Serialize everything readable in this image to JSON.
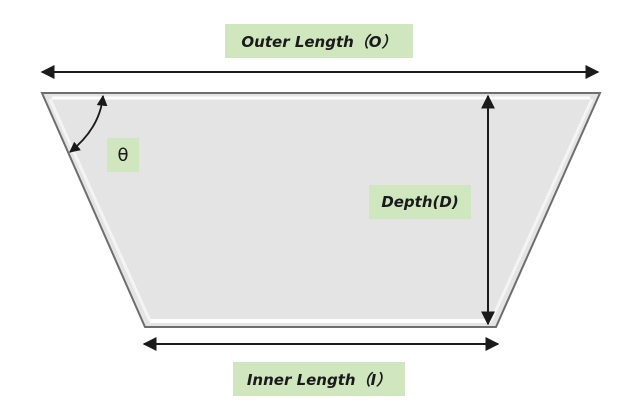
{
  "labels": {
    "outer_length": "Outer Length（O）",
    "inner_length": "Inner Length（I）",
    "depth": "Depth(D)",
    "angle": "θ"
  },
  "colors": {
    "shape_fill": "#e4e4e4",
    "shape_border": "#6e6e6e",
    "arrow": "#1a1a1a",
    "arrow_glow": "#f59a52",
    "label_bg": "#cfe6bf"
  }
}
